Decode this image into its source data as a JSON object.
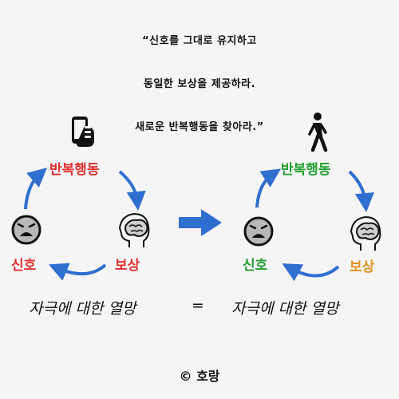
{
  "quote": {
    "line1": "“신호를 그대로 유지하고",
    "line2": "동일한 보상을 제공하라.",
    "line3": "새로운 반복행동을 찾아라.”"
  },
  "left_cycle": {
    "routine_label": "반복행동",
    "reward_label": "보상",
    "cue_label": "신호",
    "routine_color": "#e03030",
    "cue_color": "#e03030",
    "reward_color": "#e03030"
  },
  "right_cycle": {
    "routine_label": "반복행동",
    "reward_label": "보상",
    "cue_label": "신호",
    "routine_color": "#22a030",
    "cue_color": "#22a030",
    "reward_color": "#e09020"
  },
  "equation": {
    "left": "자극에 대한 열망",
    "operator": "=",
    "right": "자극에 대한 열망"
  },
  "footer": {
    "symbol": "©",
    "author": "호랑"
  },
  "colors": {
    "arrow_blue": "#2f6fd0",
    "background": "#f5f5f5"
  },
  "icons": [
    "phone-hand-icon",
    "walking-person-icon",
    "sad-face-icon",
    "brain-head-icon",
    "right-arrow-icon"
  ]
}
